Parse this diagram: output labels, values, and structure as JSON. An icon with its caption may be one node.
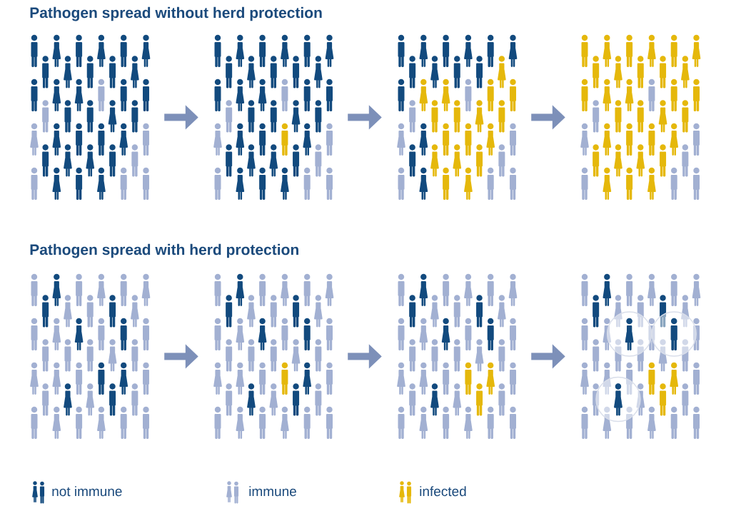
{
  "diagram": {
    "nodes": [
      {
        "text": [],
        "shape": "picture"
      },
      {
        "text": [],
        "shape": "picture"
      },
      {
        "text": [],
        "shape": "picture"
      },
      {
        "text": [],
        "shape": "picture"
      },
      {
        "text": [],
        "shape": "picture"
      },
      {
        "text": [],
        "shape": "picture"
      },
      {
        "text": [],
        "shape": "picture"
      },
      {
        "text": [],
        "shape": "picture"
      }
    ],
    "edges": [
      {
        "from": 0,
        "to": 1,
        "arrow": "to"
      },
      {
        "from": 1,
        "to": 2,
        "arrow": "to"
      },
      {
        "from": 2,
        "to": 3,
        "arrow": "to"
      },
      {
        "from": 4,
        "to": 5,
        "arrow": "to"
      },
      {
        "from": 5,
        "to": 6,
        "arrow": "to"
      },
      {
        "from": 6,
        "to": 7,
        "arrow": "to"
      }
    ],
    "labels": [
      "Pathogen spread without herd protection",
      "Pathogen spread with herd protection"
    ],
    "legend": [
      {
        "text": "not immune"
      },
      {
        "text": "immune"
      },
      {
        "text": "infected"
      }
    ]
  }
}
